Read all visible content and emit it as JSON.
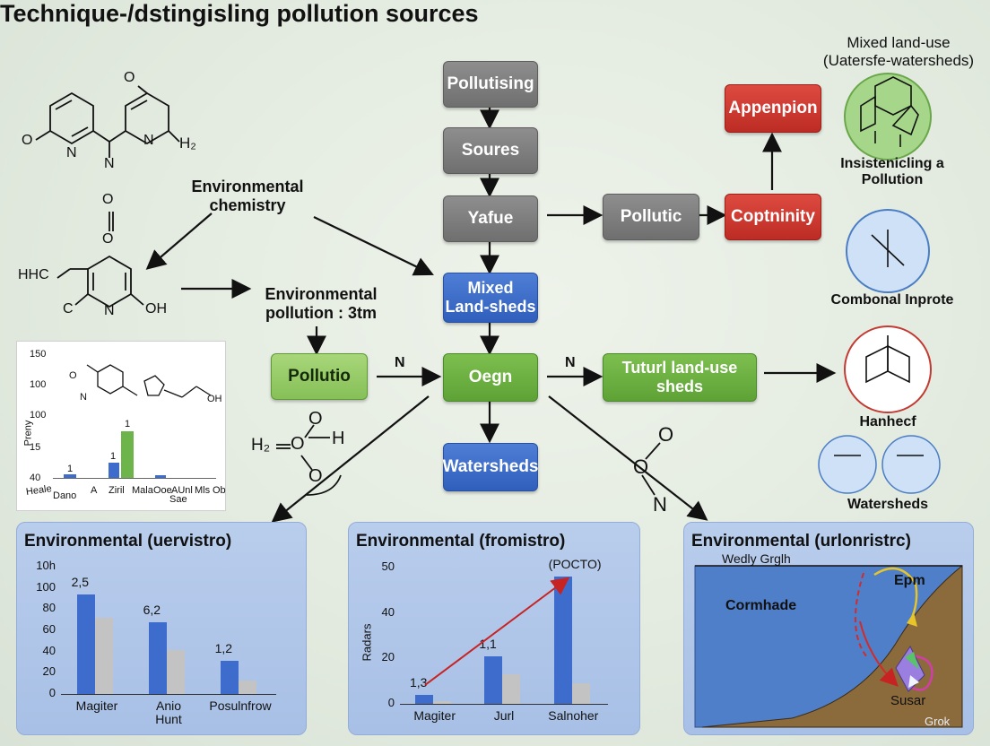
{
  "title": "Technique-/dstingisling pollution sources",
  "flow": {
    "pollutising": "Pollutising",
    "sources": "Soures",
    "yafue": "Yafue",
    "pollutic": "Pollutic",
    "coptninity": "Coptninity",
    "appenpion": "Appenpion",
    "mixed": "Mixed\nLand-sheds",
    "oegn": "Oegn",
    "pollutio": "Pollutio",
    "tuturl": "Tuturl land-use\nsheds",
    "watersheds": "Watersheds",
    "env_chem": "Environmental\nchemistry",
    "env_pollution": "Environmental\npollution : 3tm",
    "n_left": "N",
    "n_right": "N",
    "n_diag": "N"
  },
  "right_side": {
    "header": "Mixed land-use\n(Uatersfe-watersheds)",
    "label1": "Insistenicling a\nPollution",
    "label2": "Combonal Inprote",
    "label3": "Hanhecf",
    "label4": "Watersheds"
  },
  "colors": {
    "gray": "#7f7f7f",
    "blue": "#3a6cc9",
    "green": "#6aab40",
    "red": "#cc3a31",
    "bar_blue": "#3d6ccc",
    "bar_gray": "#c3c3c3",
    "bar_green": "#6db54a"
  },
  "small_chart": {
    "ylabel": "Preny",
    "yticks": [
      "150",
      "100",
      "100",
      "15",
      "40"
    ],
    "categories": [
      "Heale",
      "Dano",
      "A",
      "Ziril",
      "Mala",
      "Ooe",
      "AUnl",
      "Sae",
      "Mls",
      "Ob"
    ],
    "labels": [
      "1",
      "1",
      "1"
    ]
  },
  "chart_data": [
    {
      "type": "bar",
      "title": "Environmental (uervistro)",
      "categories": [
        "Magiter",
        "Anio\nHunt",
        "Posulnfrow"
      ],
      "series": [
        {
          "values": [
            94,
            68,
            31
          ]
        },
        {
          "values": [
            72,
            41,
            13
          ]
        }
      ],
      "data_labels": [
        "2,5",
        "6,2",
        "1,2"
      ],
      "yticks": [
        "0",
        "20",
        "40",
        "60",
        "80",
        "100",
        "10h"
      ],
      "ylim": [
        0,
        120
      ]
    },
    {
      "type": "bar",
      "title": "Environmental (fromistro)",
      "categories": [
        "Magiter",
        "Jurl",
        "Salnoher"
      ],
      "series": [
        {
          "values": [
            4,
            21,
            56
          ]
        },
        {
          "values": [
            1,
            13,
            9
          ]
        }
      ],
      "data_labels": [
        "1,3",
        "1,1",
        "(POCTO)"
      ],
      "yticks": [
        "0",
        "20",
        "40",
        "50"
      ],
      "ylabel": "Radars",
      "ylim": [
        0,
        60
      ]
    }
  ],
  "cross_section": {
    "title": "Environmental (urlonristrc)",
    "label_top": "Wedly Grglh",
    "label_left": "Cormhade",
    "label_epm": "Epm",
    "label_susar": "Susar"
  },
  "chem_labels": {
    "h2": "H₂",
    "hhc": "HHC",
    "c": "C",
    "n": "N",
    "oh": "OH",
    "o": "O",
    "h": "H"
  },
  "watermark": "Grok"
}
